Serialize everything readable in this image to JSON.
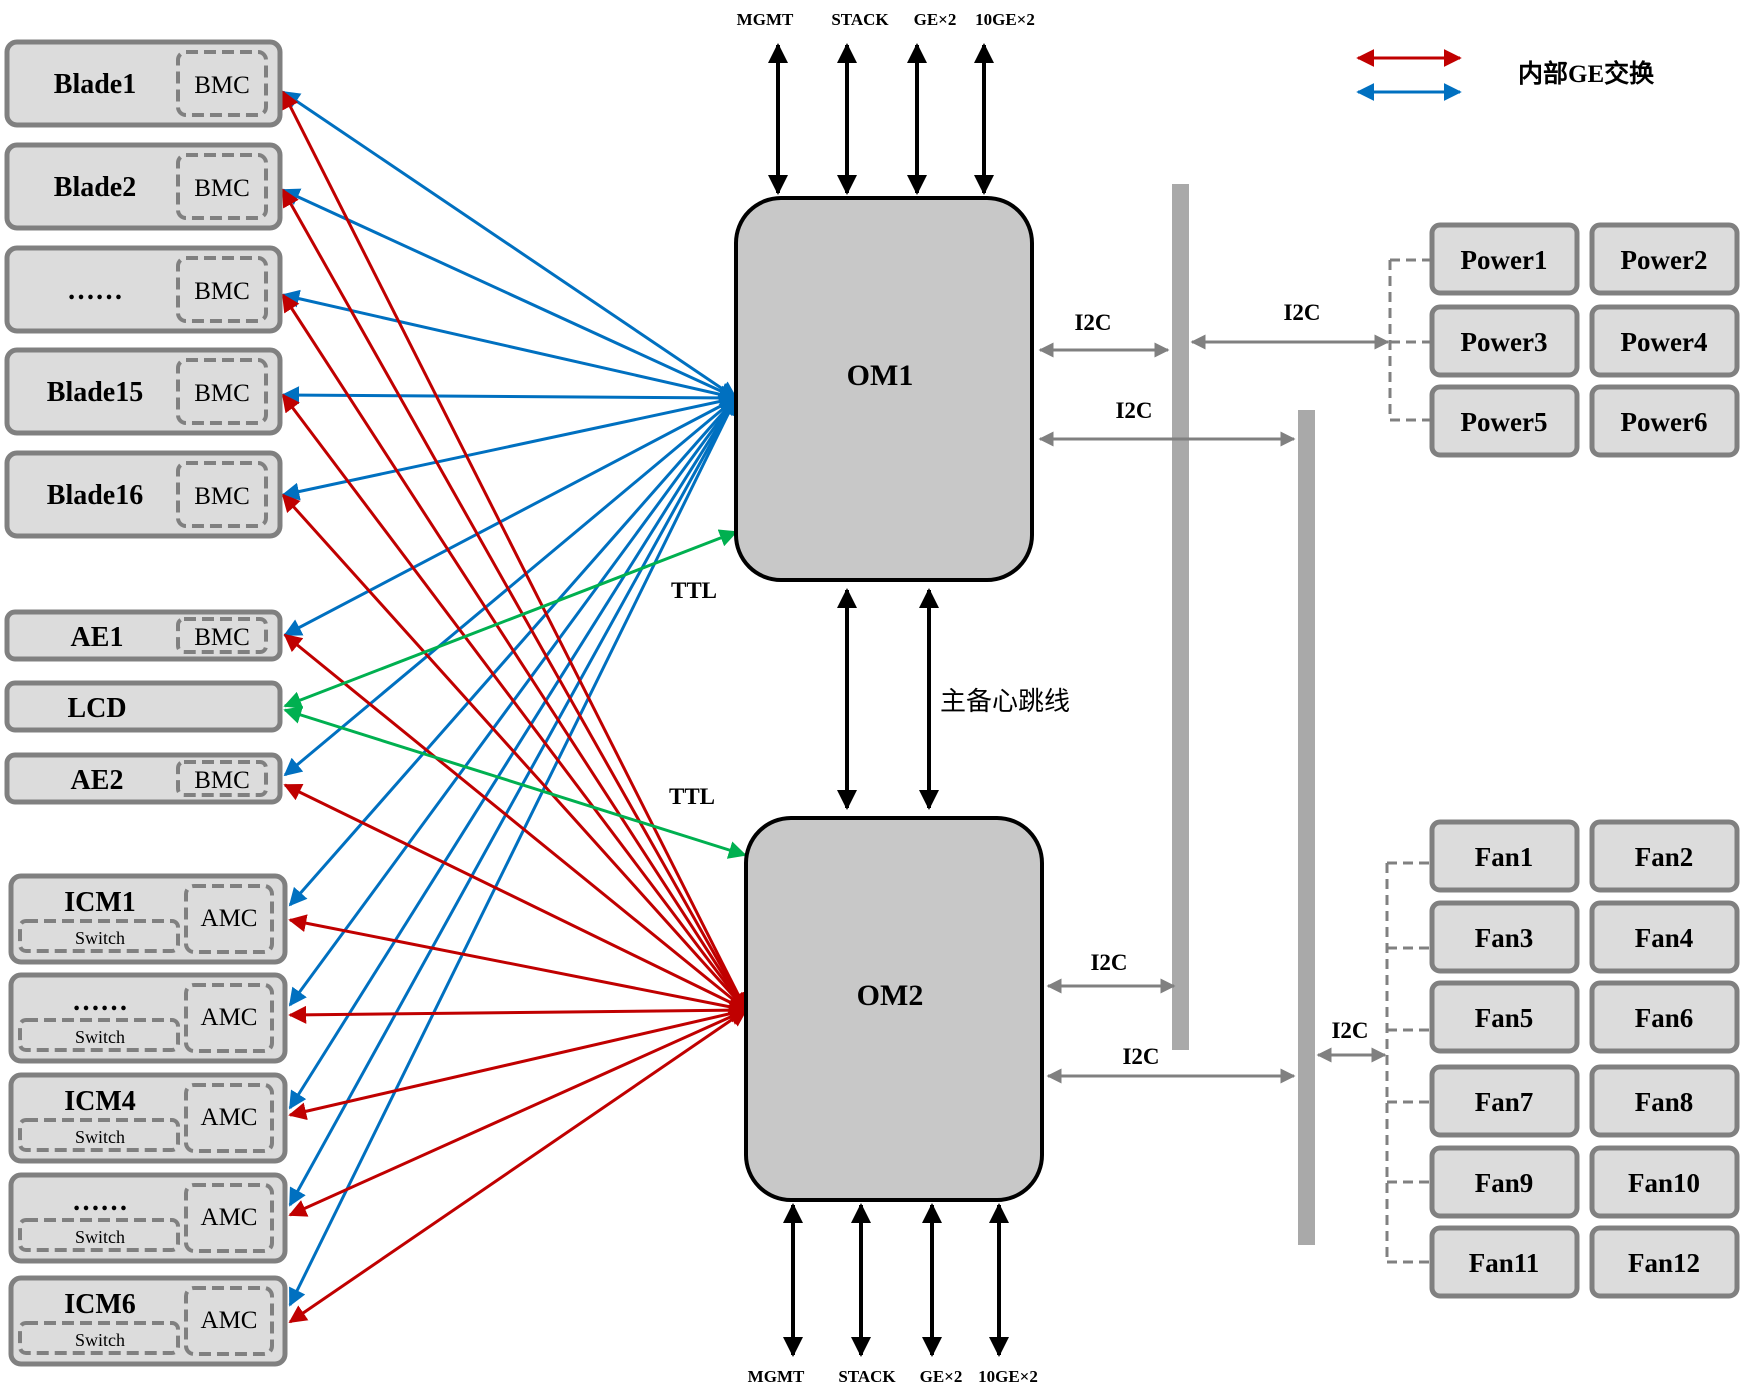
{
  "legend": {
    "label": "内部GE交换",
    "red_color": "#c00000",
    "blue_color": "#0070c0"
  },
  "left": {
    "blades": [
      {
        "name": "Blade1",
        "mgmt": "BMC"
      },
      {
        "name": "Blade2",
        "mgmt": "BMC"
      },
      {
        "name": "……",
        "mgmt": "BMC"
      },
      {
        "name": "Blade15",
        "mgmt": "BMC"
      },
      {
        "name": "Blade16",
        "mgmt": "BMC"
      }
    ],
    "ae": [
      {
        "name": "AE1",
        "mgmt": "BMC"
      },
      {
        "name": "LCD",
        "mgmt": ""
      },
      {
        "name": "AE2",
        "mgmt": "BMC"
      }
    ],
    "icms": [
      {
        "name": "ICM1",
        "sub": "Switch",
        "mgmt": "AMC"
      },
      {
        "name": "……",
        "sub": "Switch",
        "mgmt": "AMC"
      },
      {
        "name": "ICM4",
        "sub": "Switch",
        "mgmt": "AMC"
      },
      {
        "name": "……",
        "sub": "Switch",
        "mgmt": "AMC"
      },
      {
        "name": "ICM6",
        "sub": "Switch",
        "mgmt": "AMC"
      }
    ]
  },
  "center": {
    "om1": "OM1",
    "om2": "OM2",
    "top_ports": [
      "MGMT",
      "STACK",
      "GE×2",
      "10GE×2"
    ],
    "bottom_ports": [
      "MGMT",
      "STACK",
      "GE×2",
      "10GE×2"
    ],
    "ttl_top": "TTL",
    "ttl_bottom": "TTL",
    "heartbeat": "主备心跳线"
  },
  "bus": {
    "i2c_om1_a": "I2C",
    "i2c_om1_b": "I2C",
    "i2c_om2_a": "I2C",
    "i2c_om2_b": "I2C",
    "i2c_power": "I2C",
    "i2c_fan": "I2C"
  },
  "right": {
    "powers": [
      "Power1",
      "Power2",
      "Power3",
      "Power4",
      "Power5",
      "Power6"
    ],
    "fans": [
      "Fan1",
      "Fan2",
      "Fan3",
      "Fan4",
      "Fan5",
      "Fan6",
      "Fan7",
      "Fan8",
      "Fan9",
      "Fan10",
      "Fan11",
      "Fan12"
    ]
  }
}
